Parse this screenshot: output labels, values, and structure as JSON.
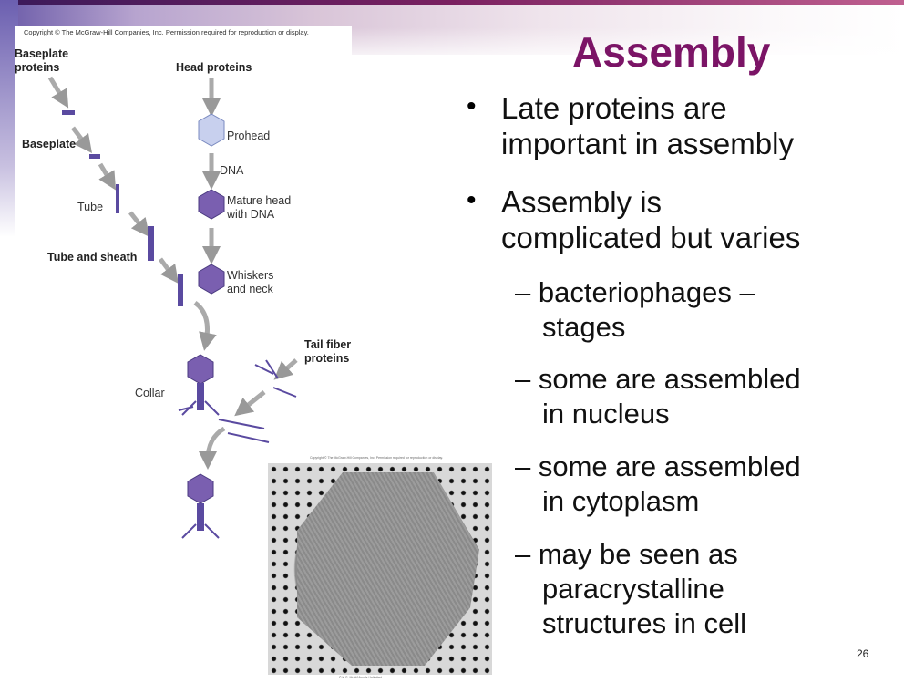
{
  "slide": {
    "title": "Assembly",
    "bullets": [
      "Late proteins are important in assembly",
      "Assembly is complicated but varies"
    ],
    "bullet_lines": [
      [
        "Late proteins are",
        "important in assembly"
      ],
      [
        "Assembly is",
        "complicated but varies"
      ]
    ],
    "sub_bullets": [
      [
        "– bacteriophages –",
        "stages"
      ],
      [
        "– some are assembled",
        "in nucleus"
      ],
      [
        "– some are assembled",
        "in cytoplasm"
      ],
      [
        "– may be seen as",
        "paracrystalline",
        "structures in cell"
      ]
    ],
    "bullet_symbol": "•",
    "page_number": "26"
  },
  "figure": {
    "copyright": "Copyright © The McGraw-Hill Companies, Inc. Permission required for reproduction or display.",
    "labels": {
      "baseplate_proteins": [
        "Baseplate",
        "proteins"
      ],
      "head_proteins": "Head proteins",
      "prohead": "Prohead",
      "dna": "DNA",
      "mature_head": [
        "Mature head",
        "with DNA"
      ],
      "baseplate": "Baseplate",
      "tube": "Tube",
      "tube_sheath": "Tube and sheath",
      "whiskers": [
        "Whiskers",
        "and neck"
      ],
      "tail_fiber": [
        "Tail fiber",
        "proteins"
      ],
      "collar": "Collar"
    }
  },
  "micrograph": {
    "copyright": "Copyright © The McGraw-Hill Companies, Inc. Permission required for reproduction or display.",
    "credit": "© K.G. Murti/Visuals Unlimited"
  },
  "colors": {
    "title": "#7b1466",
    "phage": "#5a4aa0"
  }
}
